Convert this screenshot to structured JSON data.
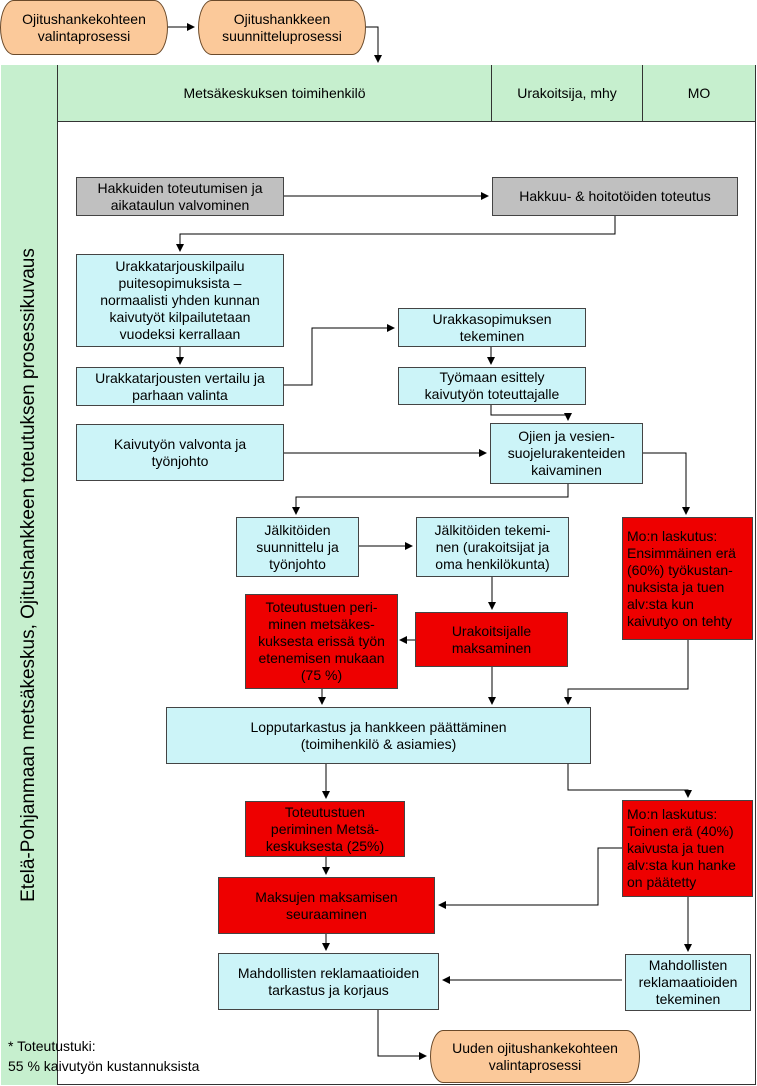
{
  "top_processes": {
    "selection": "Ojitushankekohteen\nvalintaprosessi",
    "planning": "Ojitushankkeen\nsuunnitteluprosessi"
  },
  "side_label": "Etelä-Pohjanmaan metsäkeskus, Ojitushankkeen toteutuksen prosessikuvaus",
  "lanes": {
    "staff": "Metsäkeskuksen toimihenkilö",
    "contractor": "Urakoitsija, mhy",
    "mo": "MO"
  },
  "steps": {
    "monitoring": "Hakkuiden toteutumisen ja\naikataulun valvominen",
    "harvest": "Hakkuu- & hoitotöiden toteutus",
    "tender": "Urakkatarjouskilpailu\npuitesopimuksista –\nnormaalisti yhden kunnan\nkaivutyöt kilpailutetaan\nvuodeksi kerrallaan",
    "compare": "Urakkatarjousten vertailu ja\nparhaan valinta",
    "contract": "Urakkasopimuksen\ntekeminen",
    "site_intro": "Työmaan esittely\nkaivutyön toteuttajalle",
    "supervision": "Kaivutyön valvonta ja\ntyönjohto",
    "digging": "Ojien ja vesien-\nsuojelurakenteiden\nkaivaminen",
    "followup_plan": "Jälkitöiden\nsuunnittelu ja\ntyönjohto",
    "followup_work": "Jälkitöiden tekemi-\nnen (urakoitsijat ja\noma henkilökunta)",
    "mo_billing_1": "Mo:n laskutus:\nEnsimmäinen erä\n(60%) työkustan-\nnuksista ja tuen\nalv:sta kun\nkaivutyo on tehty",
    "subsidy_collect_1": "Toteutustuen peri-\nminen metsäkes-\nkuksesta erissä työn\netenemisen mukaan\n(75 %)",
    "pay_contractor": "Urakoitsijalle\nmaksaminen",
    "final_inspection": "Lopputarkastus ja hankkeen päättäminen\n(toimihenkilö & asiamies)",
    "subsidy_collect_2": "Toteutustuen\nperiminen Metsä-\nkeskuksesta (25%)",
    "mo_billing_2": "Mo:n laskutus:\nToinen erä (40%)\nkaivusta ja tuen\nalv:sta kun hanke\non päätetty",
    "payment_tracking": "Maksujen maksamisen\nseuraaminen",
    "complaints_check": "Mahdollisten reklamaatioiden\ntarkastus ja korjaus",
    "complaints_make": "Mahdollisten\nreklamaatioiden\ntekeminen"
  },
  "footnote": "* Toteutustuki:\n55 % kaivutyön kustannuksista",
  "next_process": "Uuden ojitushankekohteen\nvalintaprosessi",
  "colors": {
    "process_fill": "#fbc99a",
    "lane_fill": "#c6efce",
    "grey_fill": "#c0c0c0",
    "cyan_fill": "#ccf4f8",
    "red_fill": "#ee0000"
  }
}
